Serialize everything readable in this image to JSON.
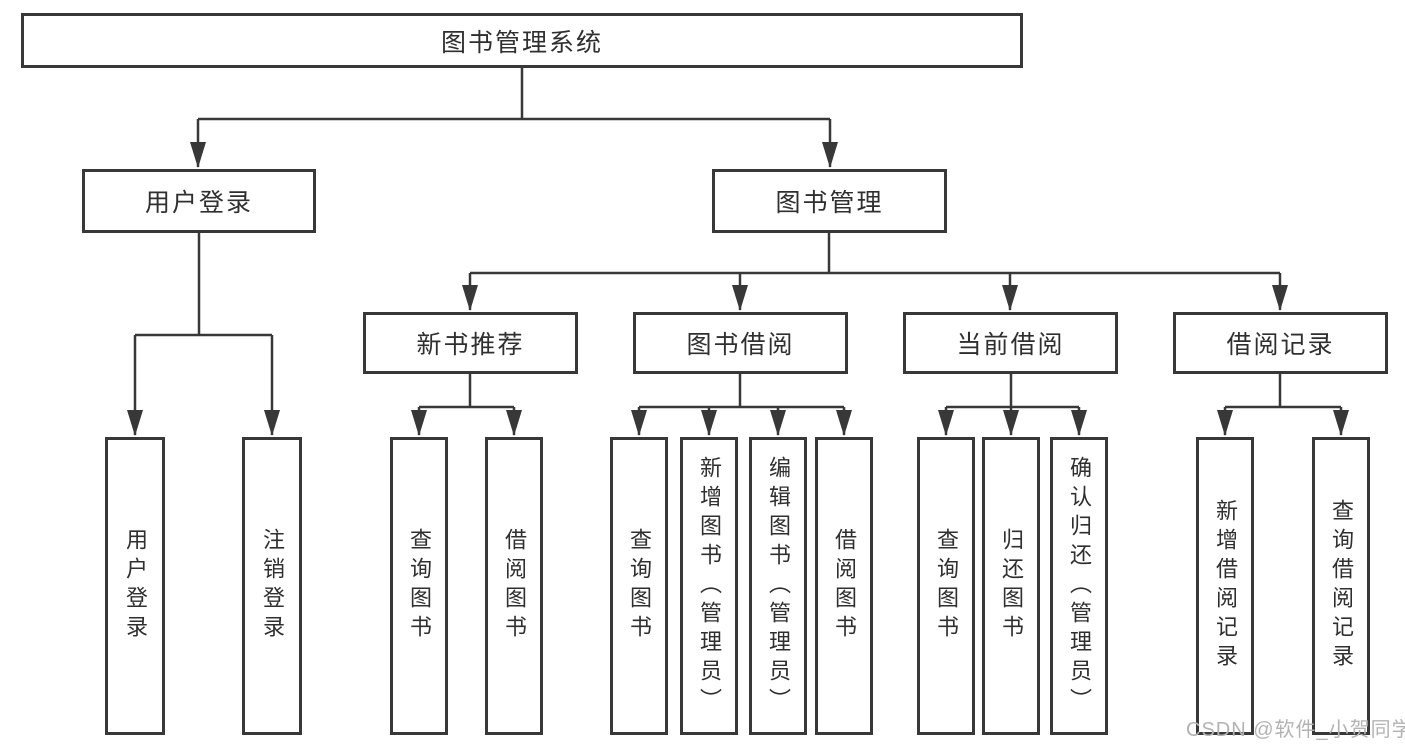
{
  "diagram_type": "hierarchy-tree",
  "colors": {
    "background": "#ffffff",
    "box_border": "#383838",
    "line": "#383838",
    "text": "#2f2f2f",
    "watermark": "#b3b3b3"
  },
  "tree": {
    "label": "图书管理系统",
    "children": [
      {
        "label": "用户登录",
        "children": [
          {
            "label": "用户登录"
          },
          {
            "label": "注销登录"
          }
        ]
      },
      {
        "label": "图书管理",
        "children": [
          {
            "label": "新书推荐",
            "children": [
              {
                "label": "查询图书"
              },
              {
                "label": "借阅图书"
              }
            ]
          },
          {
            "label": "图书借阅",
            "children": [
              {
                "label": "查询图书"
              },
              {
                "label": "新增图书（管理员）"
              },
              {
                "label": "编辑图书（管理员）"
              },
              {
                "label": "借阅图书"
              }
            ]
          },
          {
            "label": "当前借阅",
            "children": [
              {
                "label": "查询图书"
              },
              {
                "label": "归还图书"
              },
              {
                "label": "确认归还（管理员）"
              }
            ]
          },
          {
            "label": "借阅记录",
            "children": [
              {
                "label": "新增借阅记录"
              },
              {
                "label": "查询借阅记录"
              }
            ]
          }
        ]
      }
    ]
  },
  "watermark": {
    "text": "CSDN @软件_小贺同学"
  }
}
